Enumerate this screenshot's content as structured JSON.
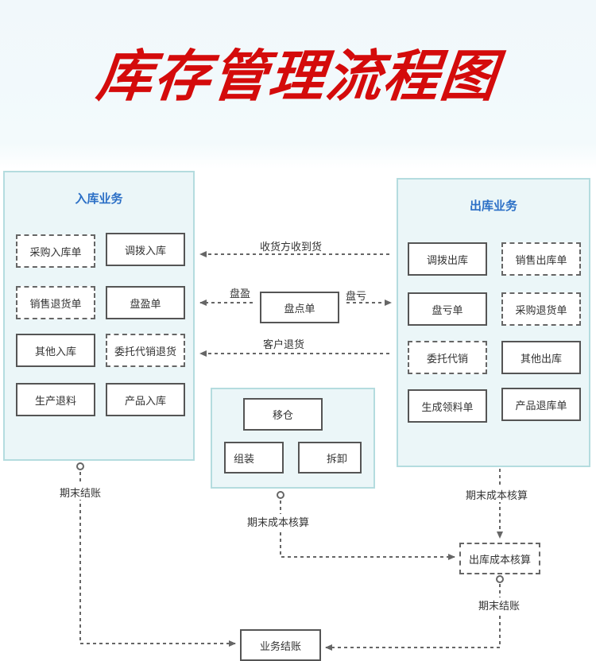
{
  "title": "库存管理流程图",
  "colors": {
    "title": "#d40b0b",
    "panel_title": "#2b6fc6",
    "panel_bg": "#ebf6f8",
    "panel_border": "#b4dcdf",
    "line": "#666666"
  },
  "inbound": {
    "title": "入库业务",
    "items": [
      {
        "label": "采购入库单",
        "style": "dashed"
      },
      {
        "label": "调拨入库",
        "style": "solid"
      },
      {
        "label": "销售退货单",
        "style": "dashed"
      },
      {
        "label": "盘盈单",
        "style": "solid"
      },
      {
        "label": "其他入库",
        "style": "solid"
      },
      {
        "label": "委托代销退货",
        "style": "dashed"
      },
      {
        "label": "生产退料",
        "style": "solid"
      },
      {
        "label": "产品入库",
        "style": "solid"
      }
    ]
  },
  "outbound": {
    "title": "出库业务",
    "items": [
      {
        "label": "调拨出库",
        "style": "solid"
      },
      {
        "label": "销售出库单",
        "style": "dashed"
      },
      {
        "label": "盘亏单",
        "style": "solid"
      },
      {
        "label": "采购退货单",
        "style": "dashed"
      },
      {
        "label": "委托代销",
        "style": "dashed"
      },
      {
        "label": "其他出库",
        "style": "solid"
      },
      {
        "label": "生成领料单",
        "style": "solid"
      },
      {
        "label": "产品退库单",
        "style": "solid"
      }
    ]
  },
  "middle": {
    "flow_receive": "收货方收到货",
    "inventory_count": "盘点单",
    "surplus": "盘盈",
    "loss": "盘亏",
    "customer_return": "客户退货"
  },
  "warehouse": {
    "items": [
      "移仓",
      "组装",
      "拆卸"
    ]
  },
  "bottom": {
    "period_close_left": "期末结账",
    "period_cost_center": "期末成本核算",
    "period_cost_right": "期末成本核算",
    "outbound_cost": "出库成本核算",
    "period_close_right": "期末结账",
    "business_close": "业务结账"
  }
}
